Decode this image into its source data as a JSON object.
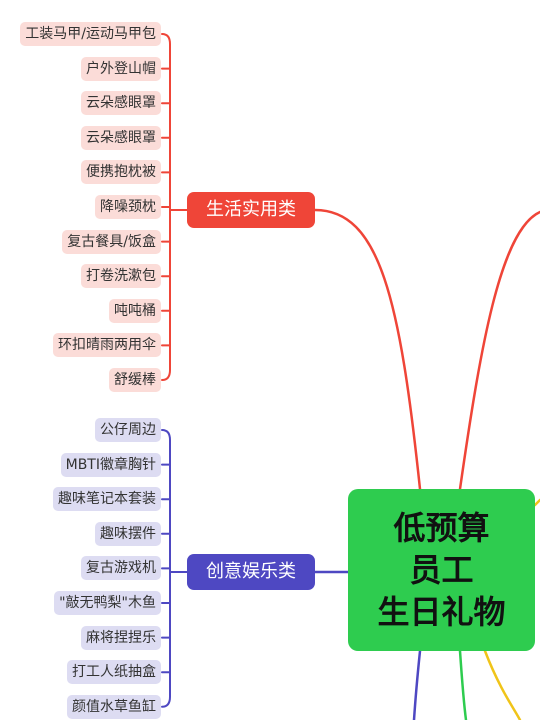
{
  "center": {
    "lines": [
      "低预算",
      "员工",
      "生日礼物"
    ],
    "color": "#2ecc4f"
  },
  "branches": [
    {
      "label": "生活实用类",
      "color": "#ef4538",
      "leaf_bg": "#fbdcd8",
      "items": [
        "工装马甲/运动马甲包",
        "户外登山帽",
        "云朵感眼罩",
        "云朵感眼罩",
        "便携抱枕被",
        "降噪颈枕",
        "复古餐具/饭盒",
        "打卷洗漱包",
        "吨吨桶",
        "环扣晴雨两用伞",
        "舒缓棒"
      ]
    },
    {
      "label": "创意娱乐类",
      "color": "#4e48c2",
      "leaf_bg": "#dddcf2",
      "items": [
        "公仔周边",
        "MBTI徽章胸针",
        "趣味笔记本套装",
        "趣味摆件",
        "复古游戏机",
        "\"敲无鸭梨\"木鱼",
        "麻将捏捏乐",
        "打工人纸抽盒",
        "颜值水草鱼缸"
      ]
    }
  ],
  "offscreen_connector_colors": [
    "#ef4538",
    "#f0c419",
    "#f0c419",
    "#2ecc4f",
    "#4e48c2"
  ]
}
